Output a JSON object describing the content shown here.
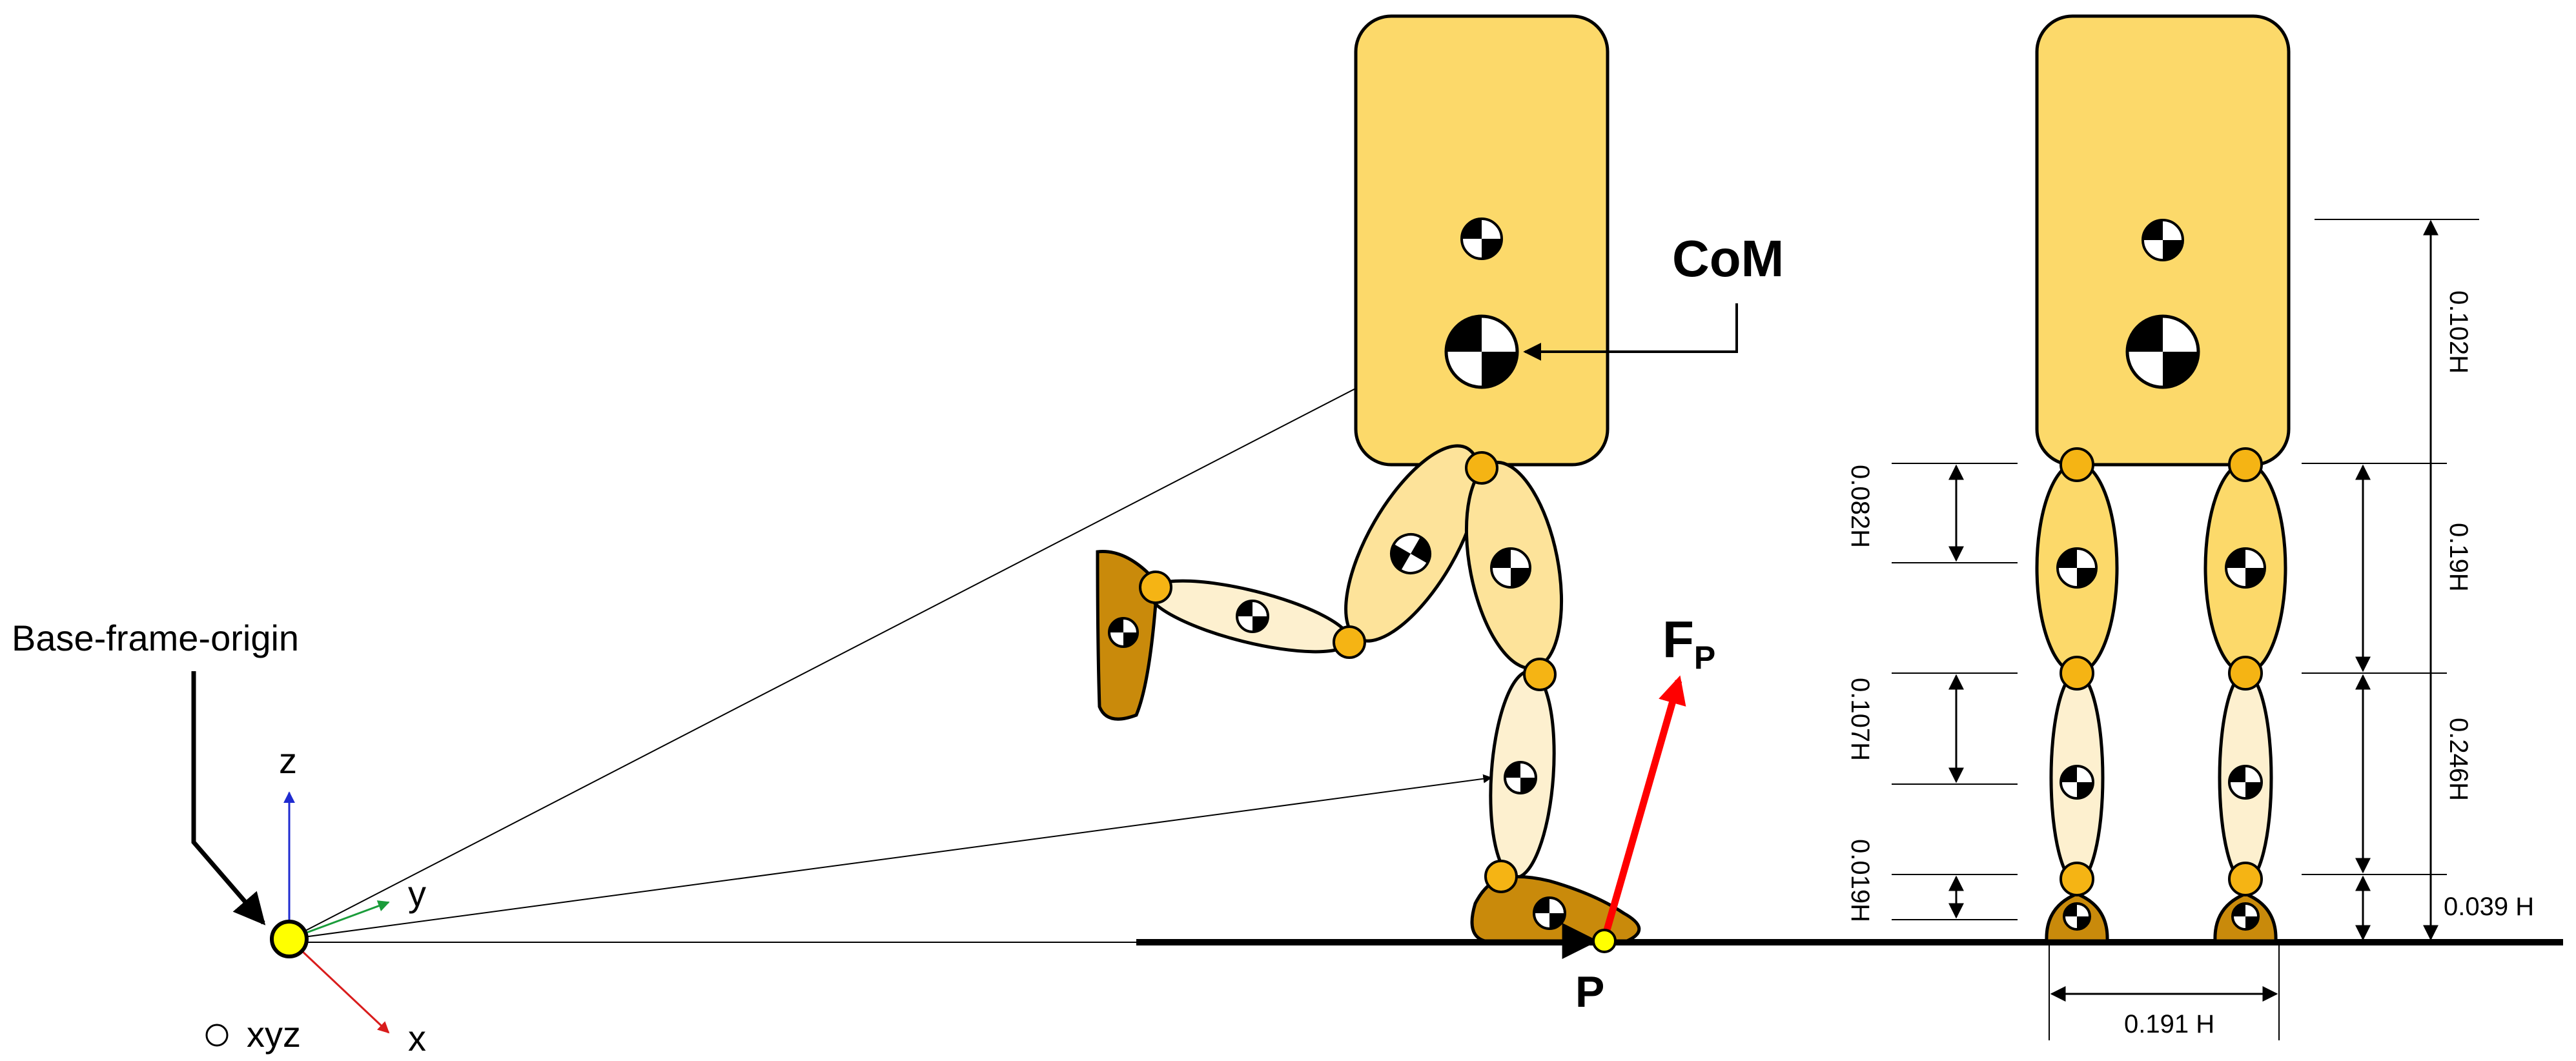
{
  "labels": {
    "base_frame_origin": "Base-frame-origin",
    "axis_x": "x",
    "axis_y": "y",
    "axis_z": "z",
    "xyz_legend": "xyz",
    "com": "CoM",
    "force_main": "F",
    "force_sub": "P",
    "contact_point": "P"
  },
  "dimensions": {
    "d_0102H": "0.102H",
    "d_019H": "0.19H",
    "d_0246H": "0.246H",
    "d_0039H": "0.039 H",
    "d_0082H": "0.082H",
    "d_0107H": "0.107H",
    "d_0019H": "0.019H",
    "d_0191H": "0.191 H"
  },
  "colors": {
    "trunk": "#fcd96a",
    "thigh": "#fde39a",
    "shank": "#fdf0cf",
    "foot": "#c98a0b",
    "joint": "#f5b414",
    "axis_x": "#d91c1c",
    "axis_y": "#1a9c3a",
    "axis_z": "#1f2bd0",
    "force": "#ff0000",
    "origin_dot": "#ffff00"
  }
}
